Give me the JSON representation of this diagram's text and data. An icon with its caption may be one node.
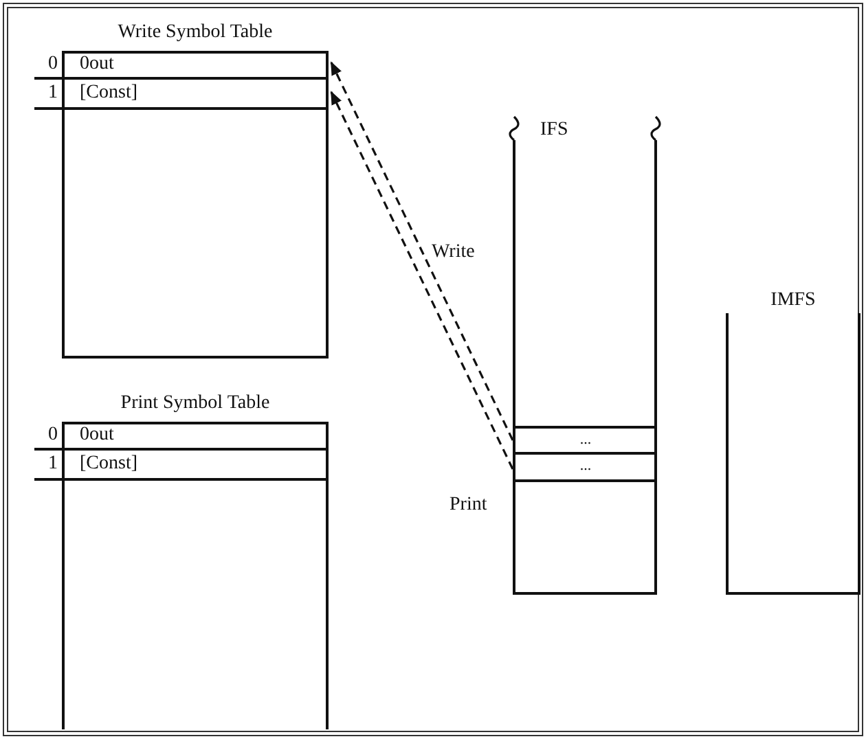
{
  "diagram": {
    "nodes": [
      {
        "text": [
          "Write Symbol Table"
        ]
      },
      {
        "text": [
          "0",
          "0out"
        ],
        "in": 0
      },
      {
        "text": [
          "1",
          "[Const]"
        ],
        "in": 0
      },
      {
        "text": [
          "Print Symbol Table"
        ]
      },
      {
        "text": [
          "0",
          "0out"
        ],
        "in": 3
      },
      {
        "text": [
          "1",
          "[Const]"
        ],
        "in": 3
      },
      {
        "text": [
          "IFS"
        ]
      },
      {
        "text": [
          "..."
        ],
        "in": 6
      },
      {
        "text": [
          "..."
        ],
        "in": 6
      },
      {
        "text": [
          "IMFS"
        ]
      }
    ],
    "edges": [
      {
        "from": 7,
        "to": 1,
        "arrow": "to",
        "style": "dashed"
      },
      {
        "from": 8,
        "to": 2,
        "arrow": "to",
        "style": "dashed"
      }
    ],
    "labels": [
      "Write",
      "Print"
    ]
  }
}
